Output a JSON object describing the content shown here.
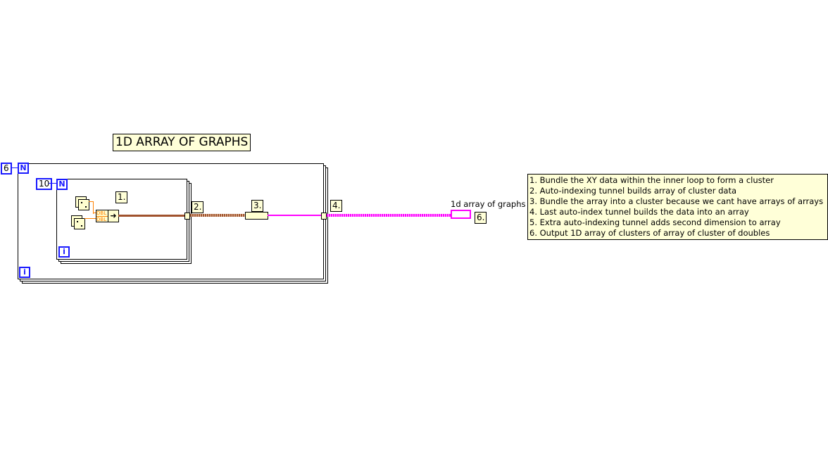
{
  "title": "1D ARRAY OF GRAPHS",
  "outer_loop": {
    "count": "6",
    "n_label": "N",
    "i_label": "i"
  },
  "inner_loop": {
    "count": "10",
    "n_label": "N",
    "i_label": "i"
  },
  "bundle_inputs": [
    "DBL",
    "DBL"
  ],
  "step_labels": [
    "1.",
    "2.",
    "3.",
    "4.",
    "6."
  ],
  "indicator": {
    "label": "1d array of graphs"
  },
  "notes": [
    "1. Bundle the XY data within the inner loop to form a cluster",
    "2. Auto-indexing tunnel builds array of cluster data",
    "3. Bundle the array into a cluster because we cant have arrays of arrays",
    "4. Last auto-index tunnel builds the data into an array",
    "5. Extra auto-indexing tunnel adds second dimension to array",
    "6. Output 1D array of clusters of array of cluster of doubles"
  ],
  "colors": {
    "loop_terminal": "#1a1aff",
    "cluster_wire": "#a0522d",
    "array_of_cluster_wire": "#ff00ff",
    "dbl_wire": "#ff8000",
    "comment_bg": "#ffffd8"
  }
}
